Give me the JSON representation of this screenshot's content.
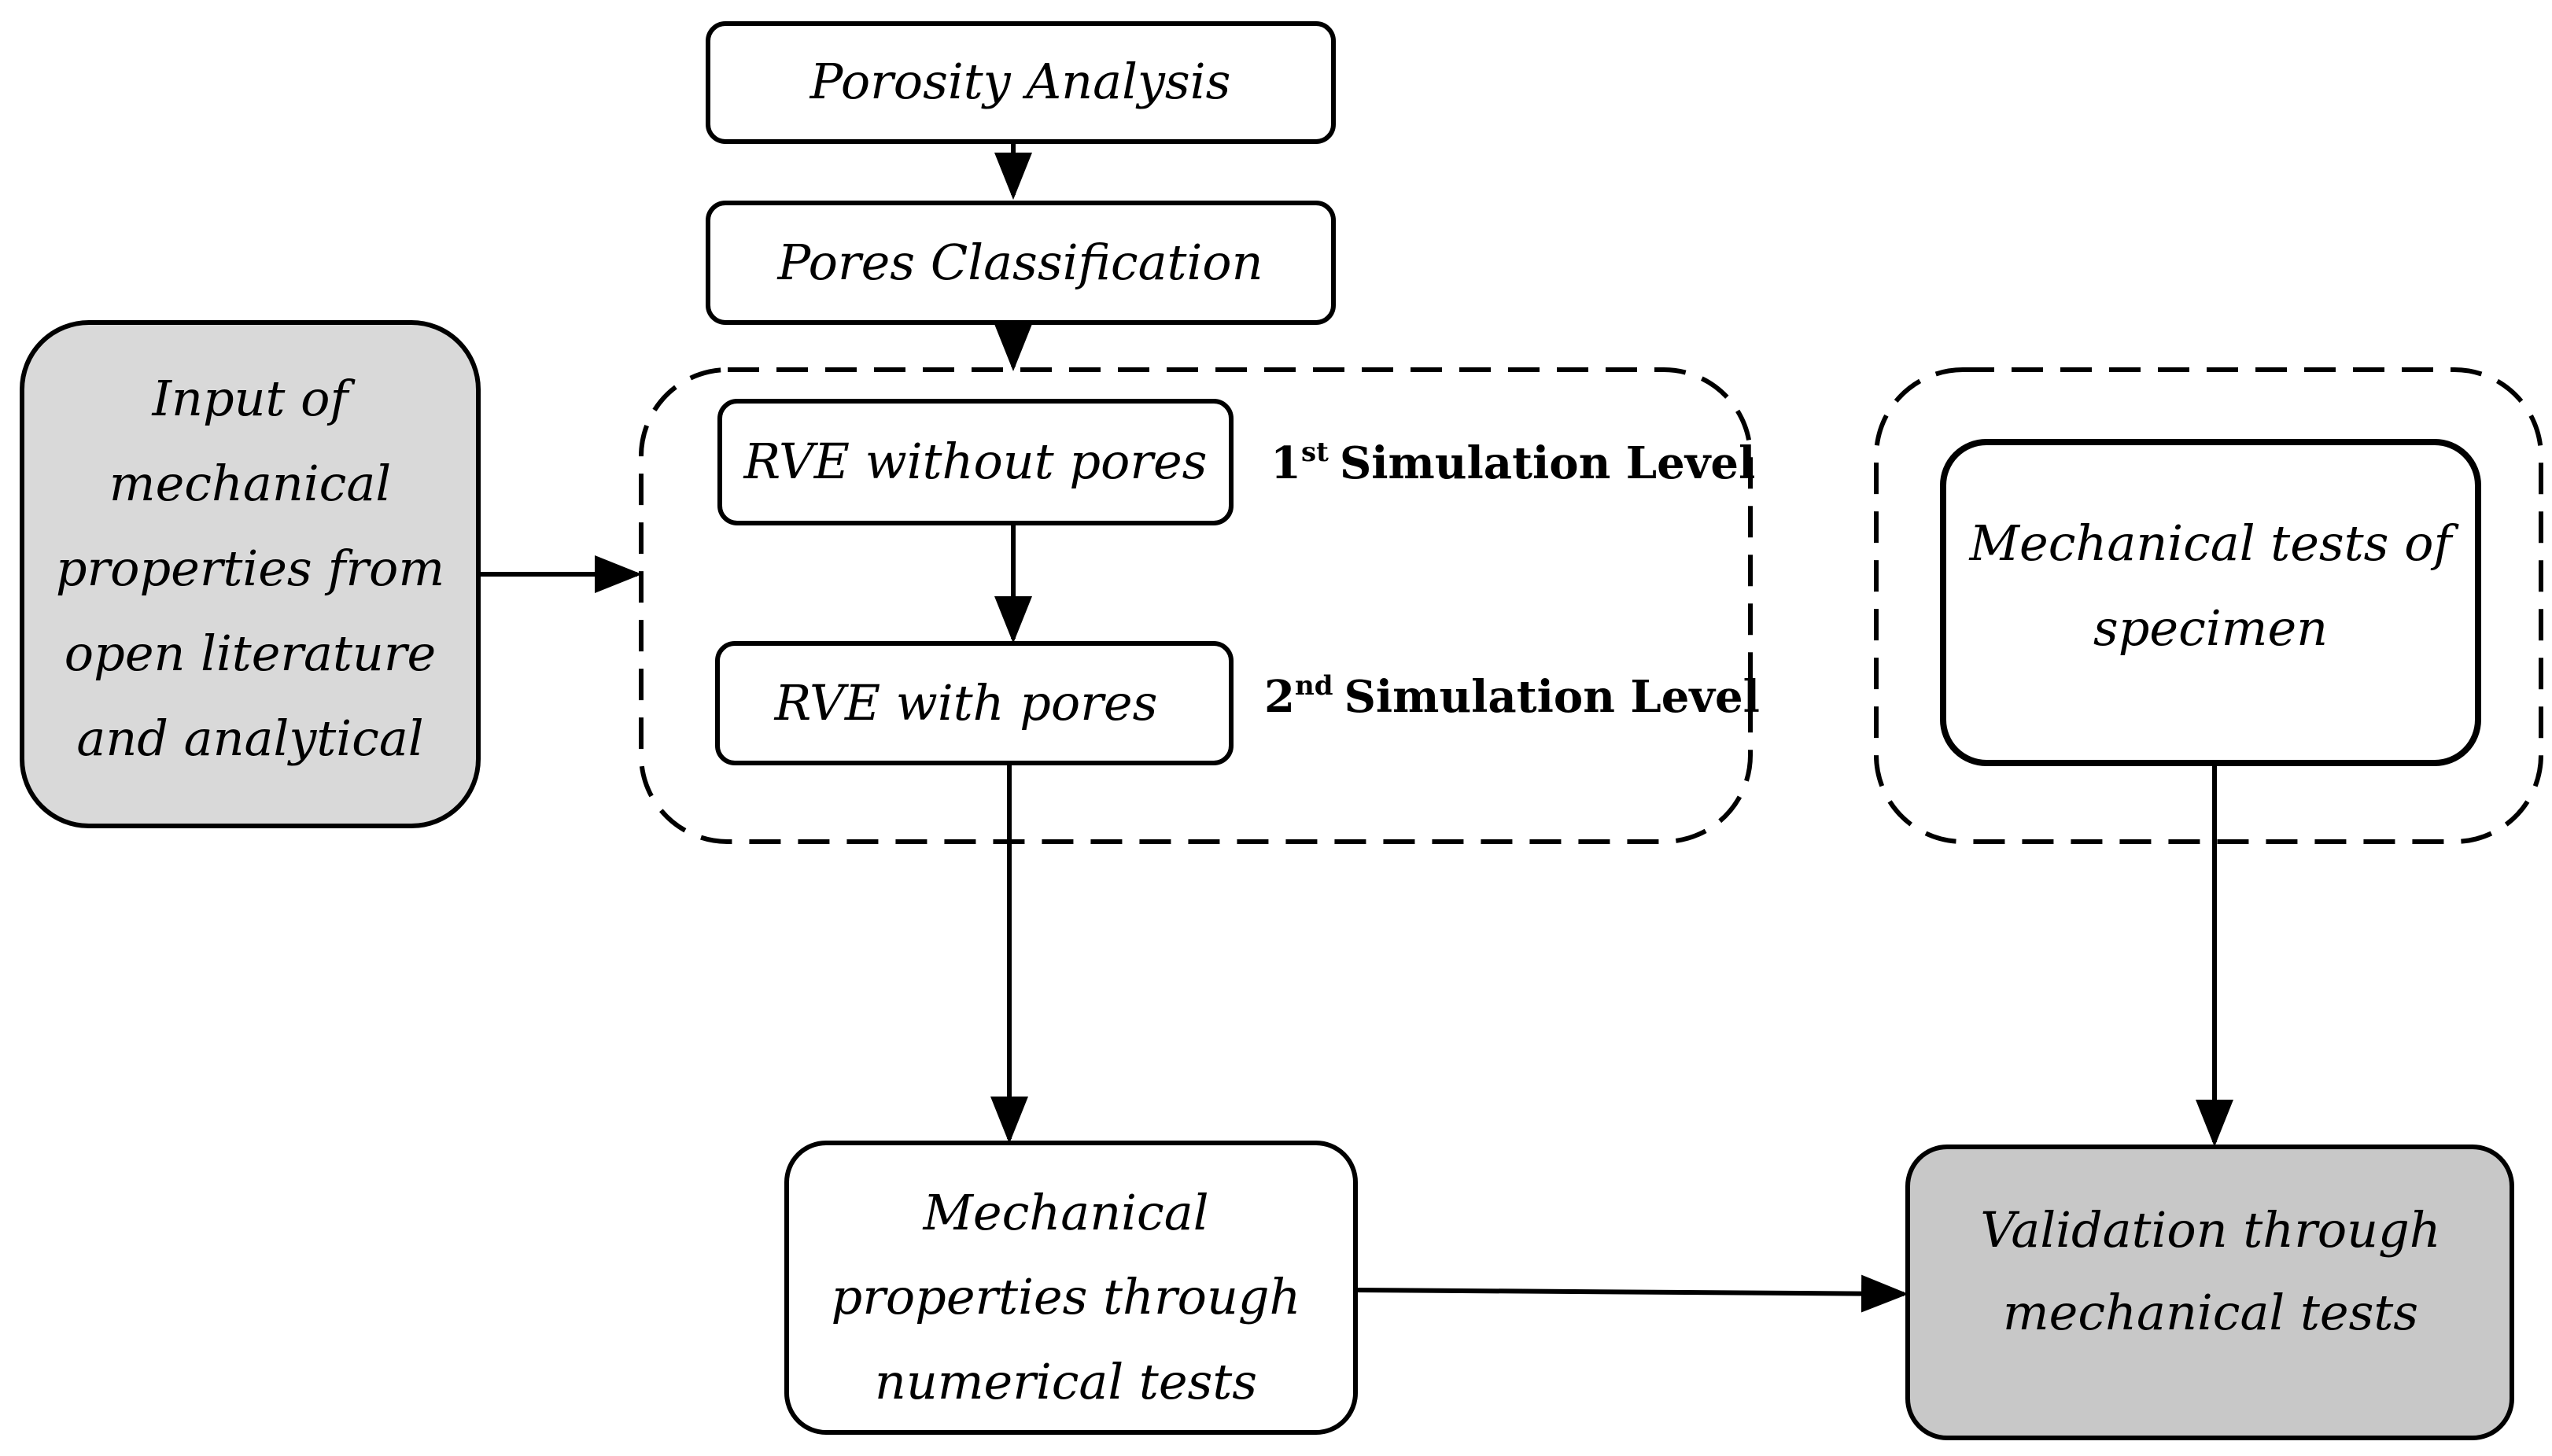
{
  "nodes": {
    "porosity_analysis": {
      "lines": [
        "Porosity Analysis"
      ]
    },
    "pores_classification": {
      "lines": [
        "Pores Classification"
      ]
    },
    "rve_without_pores": {
      "lines": [
        "RVE without pores"
      ]
    },
    "rve_with_pores": {
      "lines": [
        "RVE with pores"
      ]
    },
    "input_properties": {
      "lines": [
        "Input of",
        "mechanical",
        "properties from",
        "open literature",
        "and analytical"
      ]
    },
    "mechanical_tests_specimen": {
      "lines": [
        "Mechanical tests of",
        "specimen"
      ]
    },
    "numerical_properties": {
      "lines": [
        "Mechanical",
        "properties through",
        "numerical tests"
      ]
    },
    "validation": {
      "lines": [
        "Validation through",
        "mechanical tests"
      ]
    }
  },
  "levels": {
    "first": {
      "number": "1",
      "suffix": "st",
      "label": "Simulation Level"
    },
    "second": {
      "number": "2",
      "suffix": "nd",
      "label": "Simulation Level"
    }
  },
  "colors": {
    "stroke": "#000000",
    "white_fill": "#ffffff",
    "input_fill": "#d9d9d9",
    "validation_fill": "#c8c8c8"
  }
}
